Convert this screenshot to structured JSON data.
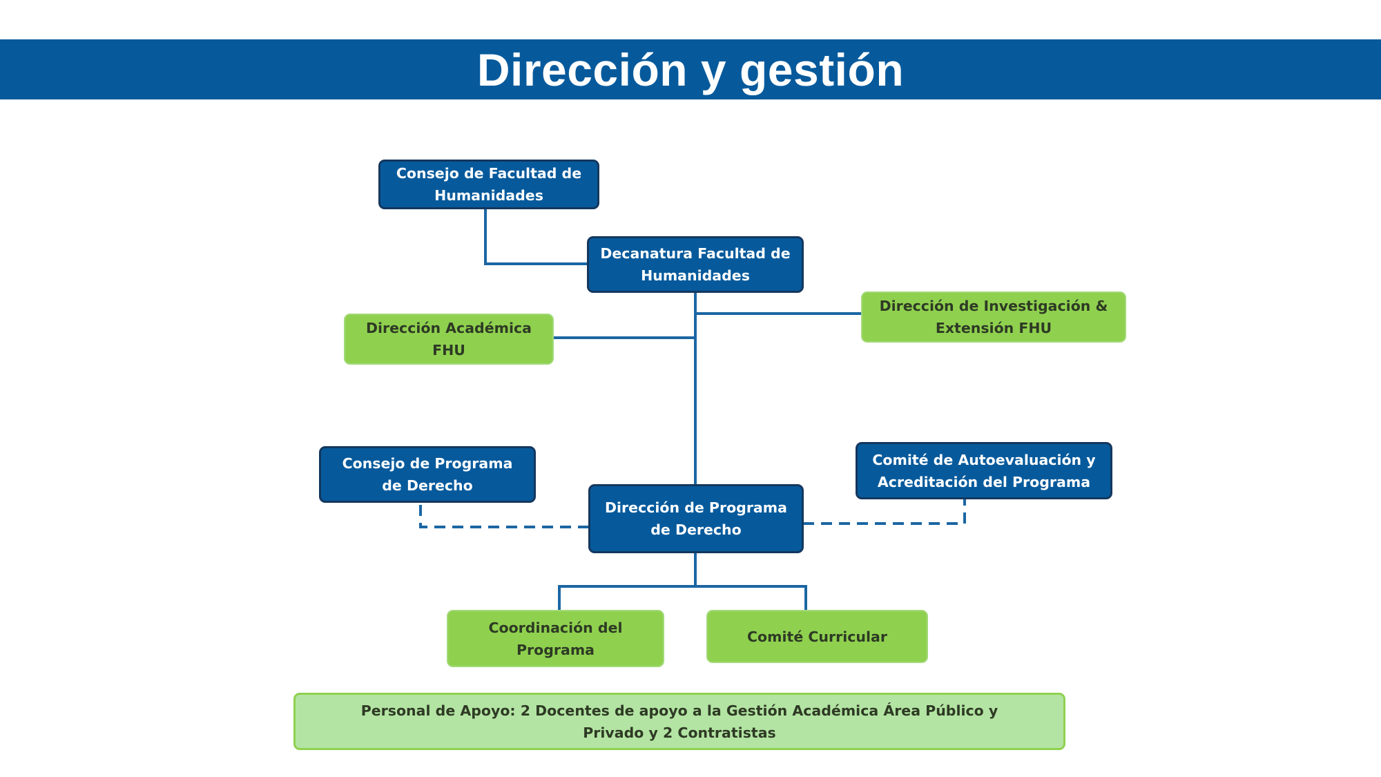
{
  "title": "Dirección y gestión",
  "colors": {
    "header_blue": "#065a9c",
    "box_blue": "#065a9c",
    "box_green": "#8fd14f",
    "box_light_green": "#b3e4a3",
    "connector": "#1b66a3"
  },
  "nodes": {
    "consejo_facultad": "Consejo de Facultad de Humanidades",
    "decanatura": "Decanatura Facultad de Humanidades",
    "direccion_academica": "Dirección Académica FHU",
    "direccion_investigacion": "Dirección de Investigación & Extensión FHU",
    "consejo_programa": "Consejo de Programa de Derecho",
    "direccion_programa": "Dirección de Programa de Derecho",
    "comite_autoevaluacion": "Comité de Autoevaluación y Acreditación del Programa",
    "coordinacion": "Coordinación del Programa",
    "comite_curricular": "Comité Curricular",
    "personal_apoyo": "Personal de Apoyo: 2 Docentes de apoyo a la Gestión Académica Área Público y Privado y  2 Contratistas"
  }
}
